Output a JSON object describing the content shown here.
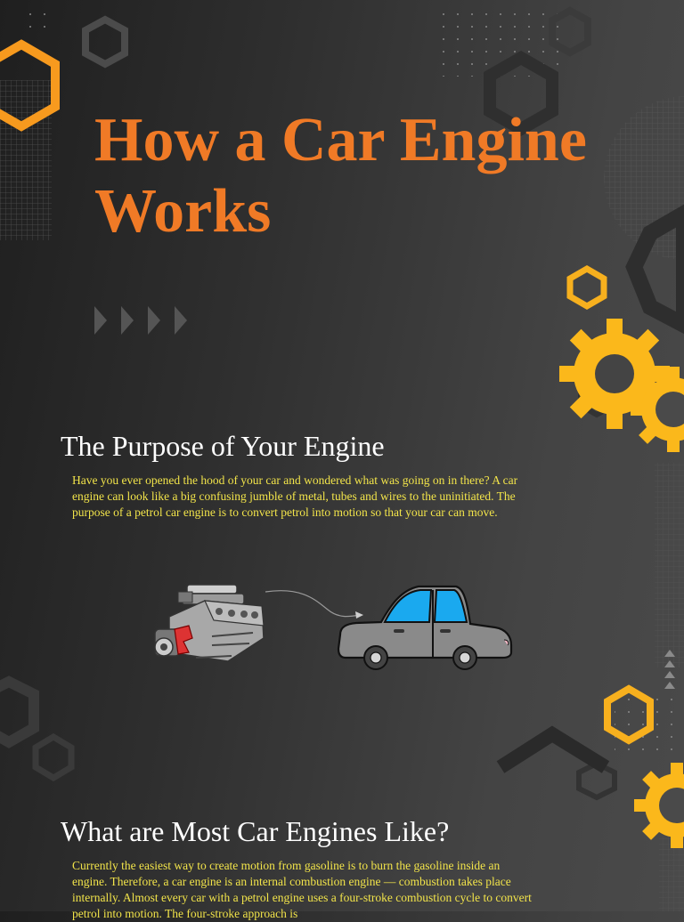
{
  "title": "How a Car Engine Works",
  "sections": [
    {
      "heading": "The Purpose of Your Engine",
      "body": "Have you ever opened the hood of your car and wondered what was going on in there? A car engine can look like a big confusing jumble of metal, tubes and wires to the uninitiated. The purpose of a petrol car engine is to convert petrol into motion so that your car can move."
    },
    {
      "heading": "What are Most Car Engines Like?",
      "body": "Currently the easiest way to create motion from gasoline is to burn the gasoline inside an engine. Therefore, a car engine is an internal combustion engine — combustion takes place internally. Almost every car with a petrol engine uses a four-stroke combustion cycle to convert petrol into motion. The four-stroke approach is"
    }
  ],
  "colors": {
    "title": "#f07a26",
    "heading": "#ffffff",
    "body": "#f2e44a",
    "accent_orange": "#f79a1e",
    "accent_yellow": "#fbb81b",
    "car_body": "#8a8a8a",
    "car_window": "#1aa9ef",
    "shape_gray": "#3a3a3a"
  },
  "icons": [
    "hexagon-outline-icon",
    "gear-icon",
    "chevron-right-icon",
    "triangle-up-icon",
    "engine-illustration",
    "car-illustration",
    "curved-arrow-icon"
  ]
}
